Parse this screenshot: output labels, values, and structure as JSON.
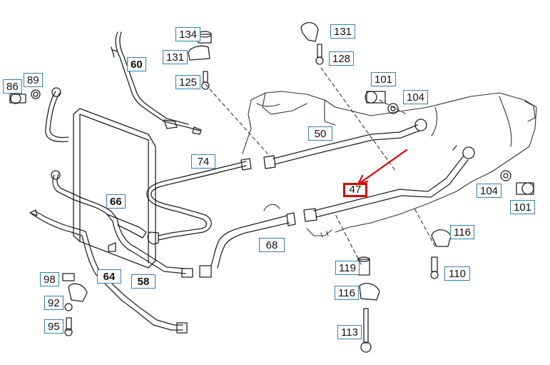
{
  "colors": {
    "line": "#222222",
    "label_border": "#2f7fb8",
    "highlight": "#e00000"
  },
  "labels": {
    "l134": "134",
    "l131a": "131",
    "l125": "125",
    "l60": "60",
    "l131b": "131",
    "l128": "128",
    "l86": "86",
    "l89": "89",
    "l101a": "101",
    "l104a": "104",
    "l50": "50",
    "l74": "74",
    "l47": "47",
    "l104b": "104",
    "l101b": "101",
    "l66": "66",
    "l116a": "116",
    "l68": "68",
    "l119": "119",
    "l110": "110",
    "l98": "98",
    "l64": "64",
    "l58": "58",
    "l92": "92",
    "l116b": "116",
    "l95": "95",
    "l113": "113"
  }
}
